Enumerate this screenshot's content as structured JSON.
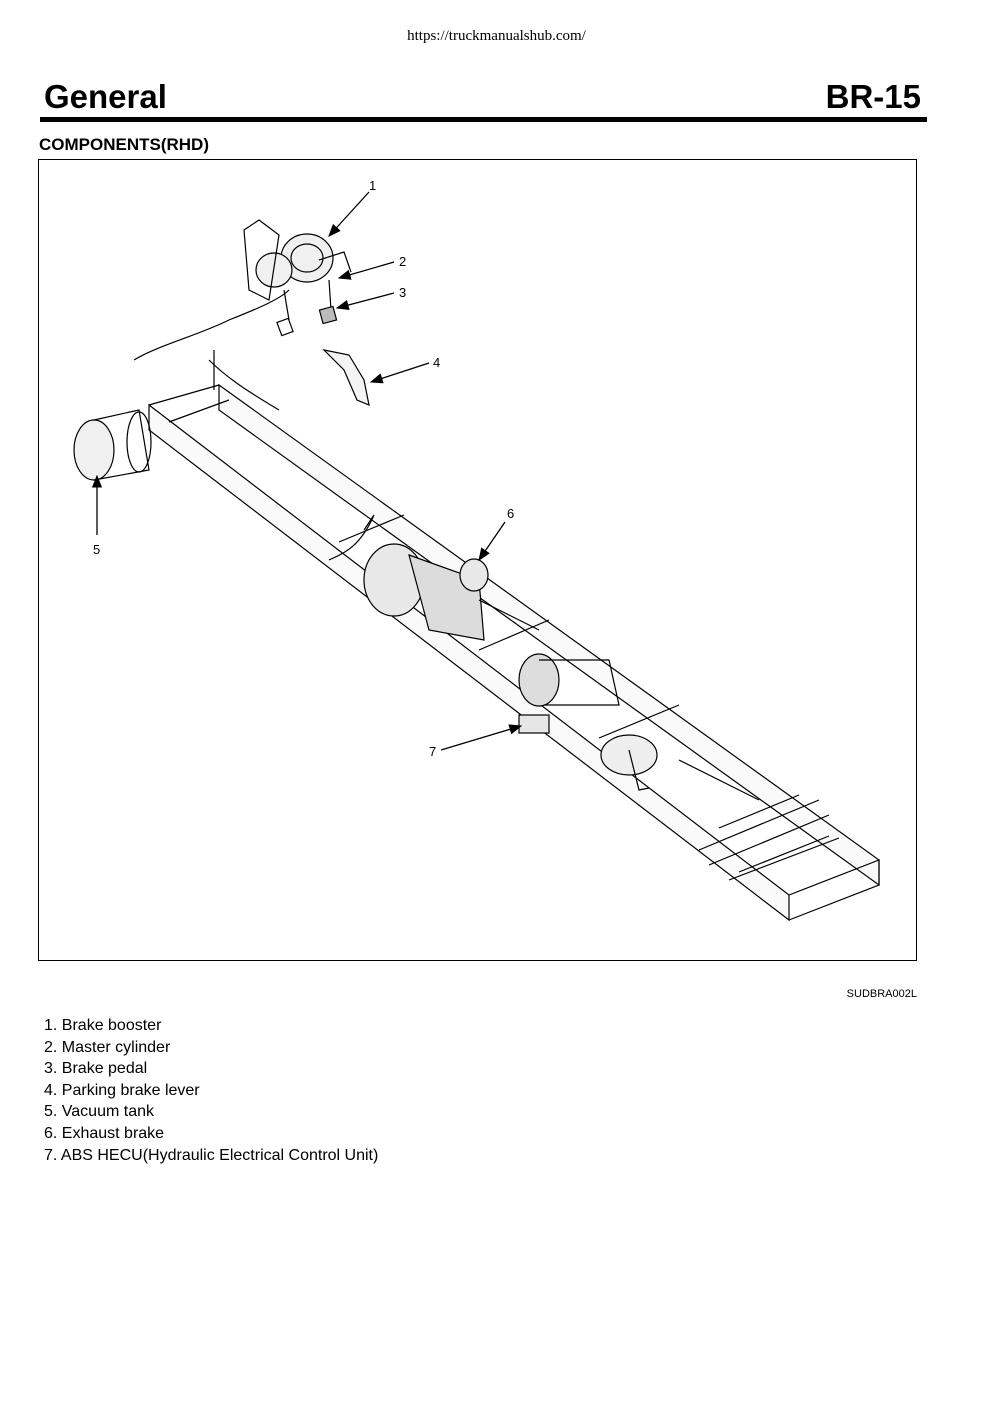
{
  "header": {
    "url": "https://truckmanualshub.com/",
    "section": "General",
    "page_code": "BR-15"
  },
  "subheading": "COMPONENTS(RHD)",
  "figure": {
    "code": "SUDBRA002L",
    "callouts": [
      "1",
      "2",
      "3",
      "4",
      "5",
      "6",
      "7"
    ]
  },
  "legend": [
    "1. Brake booster",
    "2. Master cylinder",
    "3. Brake pedal",
    "4. Parking brake lever",
    "5. Vacuum tank",
    "6. Exhaust brake",
    "7. ABS HECU(Hydraulic Electrical Control Unit)"
  ]
}
